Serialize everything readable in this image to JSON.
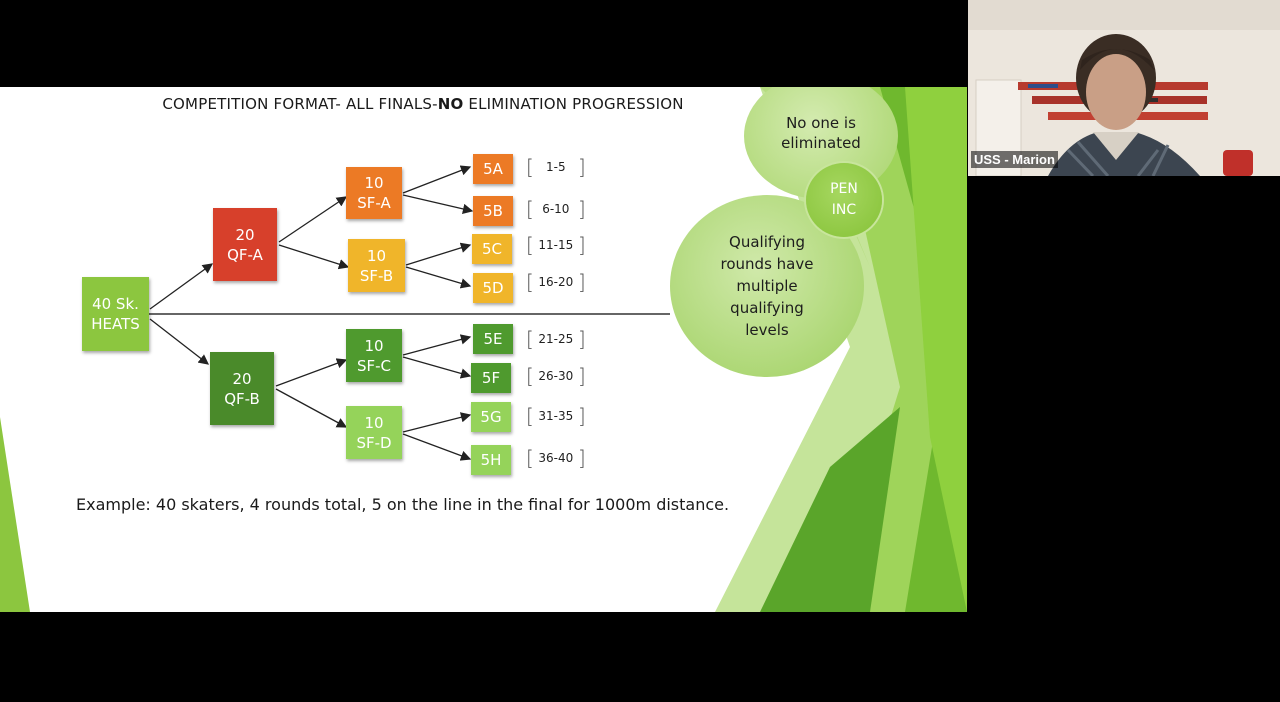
{
  "slide": {
    "title_prefix": "COMPETITION FORMAT- ALL FINALS-",
    "title_bold": "NO",
    "title_suffix": " ELIMINATION PROGRESSION",
    "heats": {
      "line1": "40 Sk.",
      "line2": "HEATS"
    },
    "quarterfinals": [
      {
        "line1": "20",
        "line2": "QF-A"
      },
      {
        "line1": "20",
        "line2": "QF-B"
      }
    ],
    "semifinals": [
      {
        "line1": "10",
        "line2": "SF-A"
      },
      {
        "line1": "10",
        "line2": "SF-B"
      },
      {
        "line1": "10",
        "line2": "SF-C"
      },
      {
        "line1": "10",
        "line2": "SF-D"
      }
    ],
    "finals": [
      {
        "label": "5A",
        "range": "1-5"
      },
      {
        "label": "5B",
        "range": "6-10"
      },
      {
        "label": "5C",
        "range": "11-15"
      },
      {
        "label": "5D",
        "range": "16-20"
      },
      {
        "label": "5E",
        "range": "21-25"
      },
      {
        "label": "5F",
        "range": "26-30"
      },
      {
        "label": "5G",
        "range": "31-35"
      },
      {
        "label": "5H",
        "range": "36-40"
      }
    ],
    "bubbles": {
      "eliminated": "No one is eliminated",
      "pen": "PEN INC",
      "qualifying": "Qualifying rounds have multiple qualifying levels"
    },
    "example": "Example: 40 skaters, 4 rounds total, 5 on the line in the final for 1000m distance."
  },
  "colors": {
    "qf_a": "#d7402b",
    "qf_b": "#4a8a2a",
    "sf_a": "#ec7a25",
    "sf_b": "#f0b52a",
    "sf_c": "#4f9a2e",
    "sf_d": "#95d35a",
    "heats": "#8cc63f"
  },
  "video": {
    "participant_name": "USS - Marion"
  }
}
